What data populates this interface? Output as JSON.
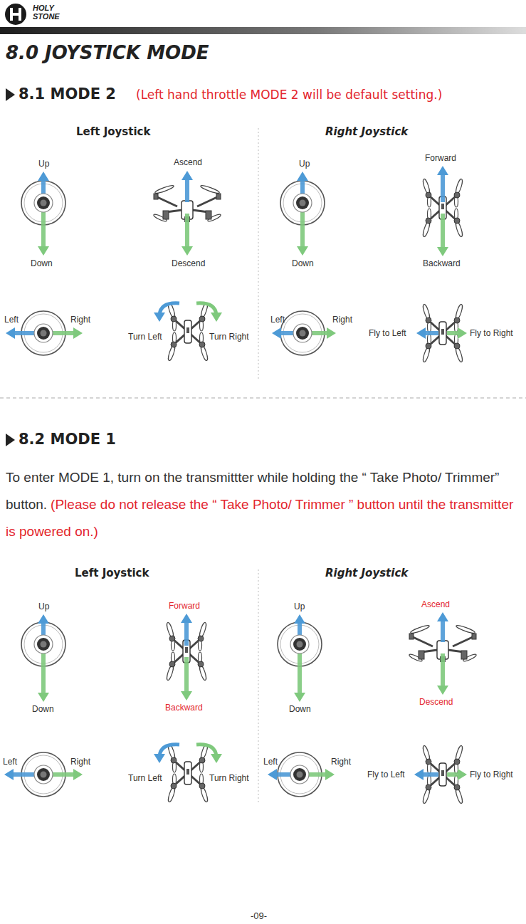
{
  "diagram": {
    "title": "8.0 JOYSTICK MODE",
    "labels": [
      "HOLY",
      "STONE",
      "8.1 MODE 2",
      "(Left hand throttle  MODE 2 will be default setting.)",
      "Left Joystick",
      "Right Joystick",
      "Up",
      "Down",
      "Ascend",
      "Descend",
      "Up",
      "Down",
      "Forward",
      "Backward",
      "Left",
      "Right",
      "Turn Left",
      "Turn Right",
      "Left",
      "Right",
      "Fly to Left",
      "Fly to Right",
      "8.2 MODE 1",
      "To enter MODE 1, turn on the transmittter while holding the “ Take Photo/ Trimmer” button.",
      "(Please do not release the “ Take Photo/ Trimmer ” button until the transmitter is powered on.)",
      "Left Joystick",
      "Right Joystick",
      "Up",
      "Down",
      "Forward",
      "Backward",
      "Up",
      "Down",
      "Ascend",
      "Descend",
      "Left",
      "Right",
      "Turn Left",
      "Turn Right",
      "Left",
      "Right",
      "Fly to Left",
      "Fly to Right",
      "-09-"
    ]
  }
}
